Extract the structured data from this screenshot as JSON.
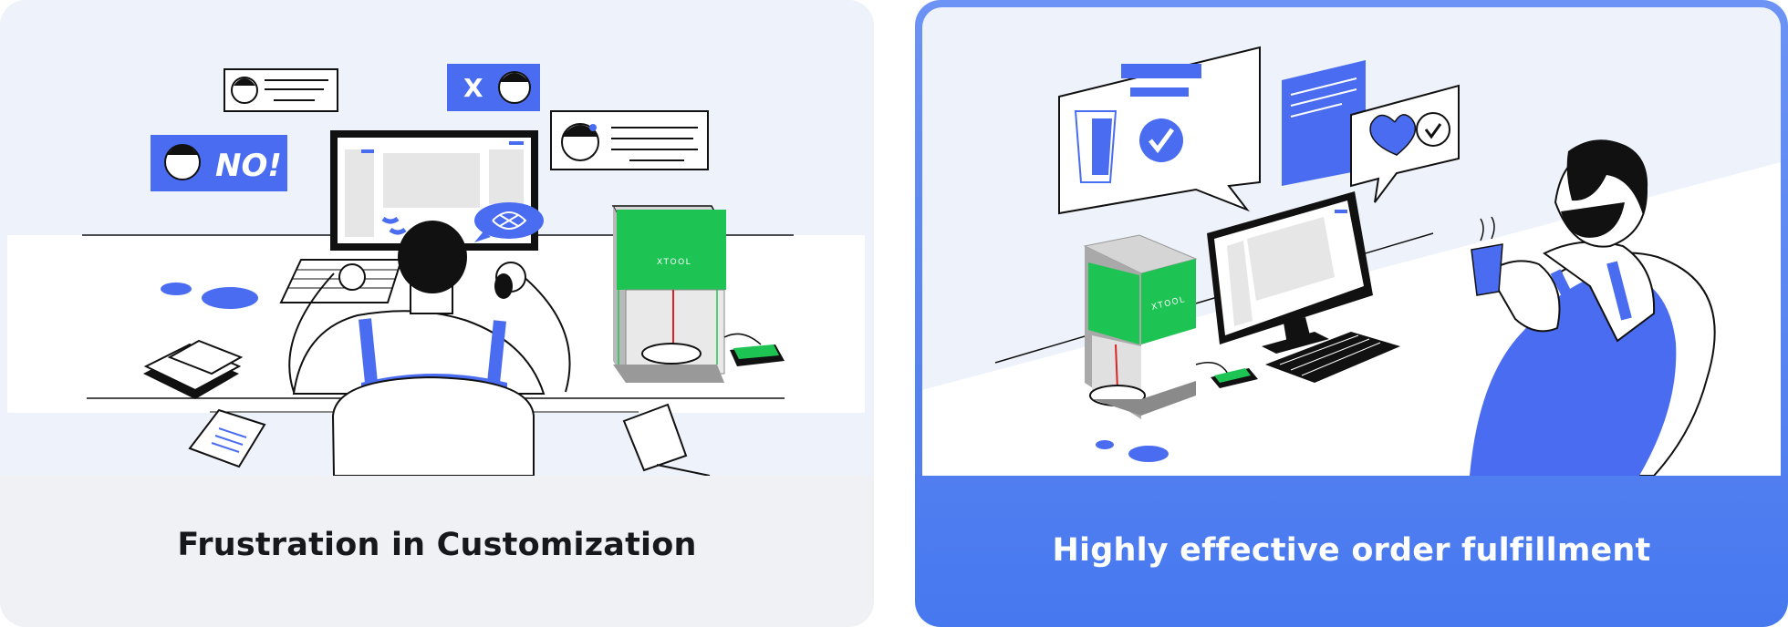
{
  "cards": [
    {
      "caption": "Frustration in Customization",
      "speech_text": "NO!",
      "reject_mark": "X",
      "device_brand": "XTOOL"
    },
    {
      "caption": "Highly effective order fulfillment",
      "device_brand": "XTOOL"
    }
  ],
  "colors": {
    "accent": "#4a6cf0",
    "device_green": "#1ec453",
    "left_card_bg": "#eff1f4",
    "right_card_bg": "#5583f2"
  }
}
